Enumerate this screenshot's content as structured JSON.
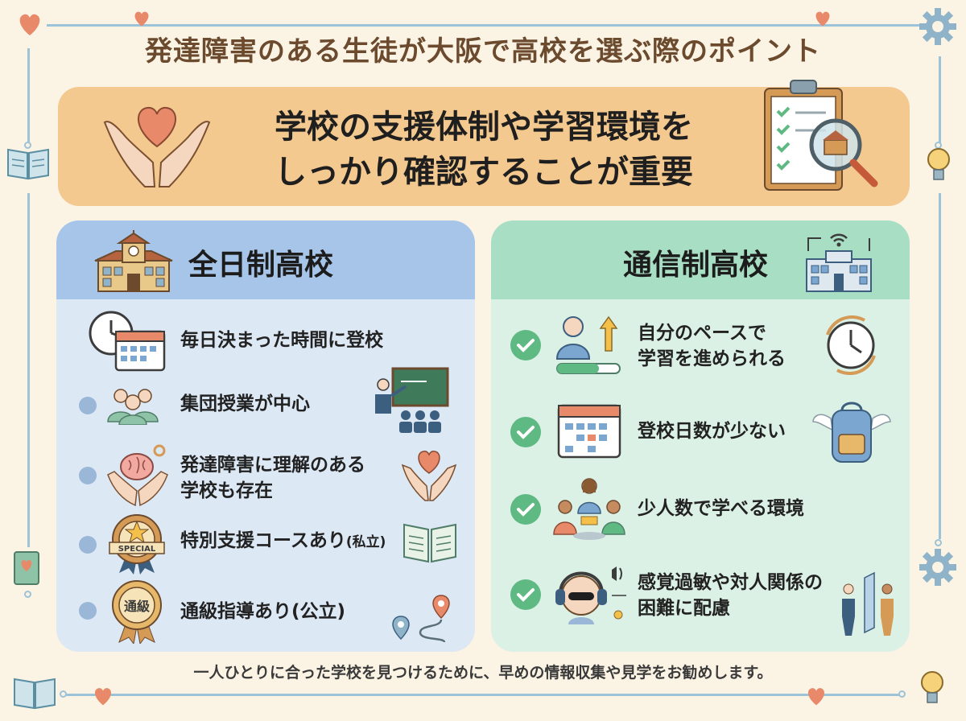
{
  "title": "発達障害のある生徒が大阪で高校を選ぶ際のポイント",
  "hero": {
    "line1": "学校の支援体制や学習環境を",
    "line2": "しっかり確認することが重要"
  },
  "left_panel": {
    "title": "全日制高校",
    "items": [
      {
        "text": "毎日決まった時間に登校"
      },
      {
        "text": "集団授業が中心"
      },
      {
        "line1": "発達障害に理解のある",
        "line2": "学校も存在"
      },
      {
        "text": "特別支援コースあり",
        "suffix": "(私立)"
      },
      {
        "text": "通級指導あり(公立)"
      }
    ],
    "badge_special": "SPECIAL",
    "badge_tsukyu": "通級"
  },
  "right_panel": {
    "title": "通信制高校",
    "items": [
      {
        "line1": "自分のペースで",
        "line2": "学習を進められる"
      },
      {
        "text": "登校日数が少ない"
      },
      {
        "text": "少人数で学べる環境"
      },
      {
        "line1": "感覚過敏や対人関係の",
        "line2": "困難に配慮"
      }
    ]
  },
  "footer": "一人ひとりに合った学校を見つけるために、早めの情報収集や見学をお勧めします。",
  "colors": {
    "background": "#fbf3e4",
    "hero": "#f4c98f",
    "left_panel": "#dde8f5",
    "left_header": "#a7c5e8",
    "right_panel": "#dcf1e5",
    "right_header": "#a8dec4",
    "check": "#5fb983",
    "heart": "#e88a6a"
  }
}
